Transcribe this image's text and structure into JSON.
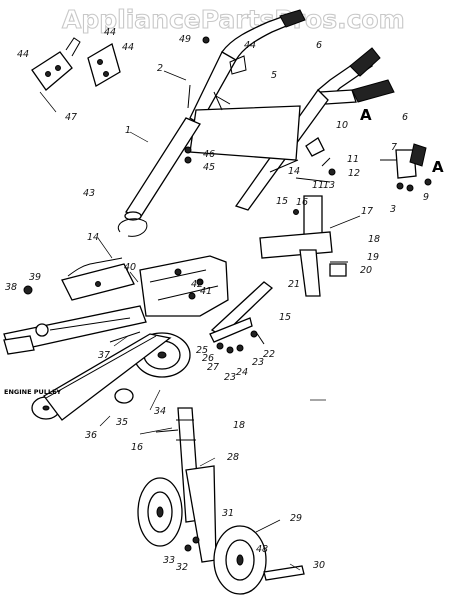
{
  "watermark": "AppliancePartsPros.com",
  "callouts": {
    "n1": "1",
    "n2": "2",
    "n3": "3",
    "n5": "5",
    "n6a": "6",
    "n6b": "6",
    "n7": "7",
    "n9": "9",
    "n10": "10",
    "n11a": "11",
    "n11b": "11",
    "n12": "12",
    "n13": "13",
    "n14a": "14",
    "n14b": "14",
    "n15a": "15",
    "n15b": "15",
    "n16a": "16",
    "n16b": "16",
    "n17": "17",
    "n18a": "18",
    "n18b": "18",
    "n19": "19",
    "n20": "20",
    "n21": "21",
    "n22": "22",
    "n23a": "23",
    "n23b": "23",
    "n24": "24",
    "n25": "25",
    "n26": "26",
    "n27": "27",
    "n28": "28",
    "n29": "29",
    "n30": "30",
    "n31": "31",
    "n32": "32",
    "n33": "33",
    "n34": "34",
    "n35": "35",
    "n36": "36",
    "n37": "37",
    "n38": "38",
    "n39": "39",
    "n40": "40",
    "n41": "41",
    "n42": "42",
    "n43": "43",
    "n44a": "44",
    "n44b": "44",
    "n44c": "44",
    "n44d": "44",
    "n45": "45",
    "n46": "46",
    "n47": "47",
    "n48": "48",
    "n49": "49"
  },
  "ref_marks": {
    "a1": "A",
    "a2": "A"
  },
  "engine_pulley_label": "ENGINE PULLEY"
}
